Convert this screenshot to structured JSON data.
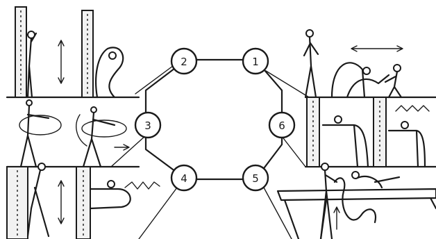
{
  "diagram": {
    "stations": [
      {
        "label": "1"
      },
      {
        "label": "2"
      },
      {
        "label": "3"
      },
      {
        "label": "4"
      },
      {
        "label": "5"
      },
      {
        "label": "6"
      }
    ]
  }
}
